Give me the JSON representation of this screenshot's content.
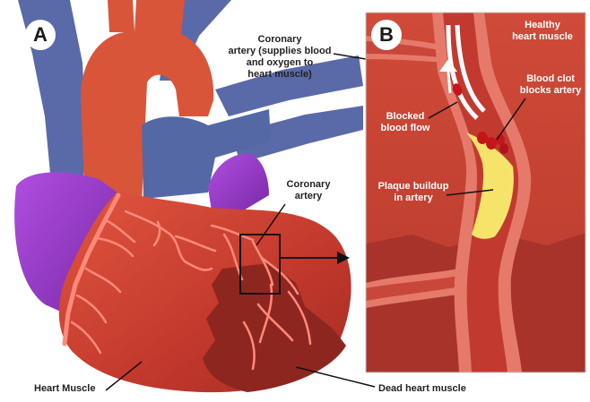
{
  "panel_a": {
    "badge": "A",
    "label_coronary_main_l1": "Coronary",
    "label_coronary_main_l2": "artery (supplies blood",
    "label_coronary_main_l3": "and oxygen to",
    "label_coronary_main_l4": "heart muscle)",
    "label_coronary_l1": "Coronary",
    "label_coronary_l2": "artery",
    "label_heart_muscle": "Heart Muscle",
    "label_dead_muscle": "Dead heart muscle"
  },
  "panel_b": {
    "badge": "B",
    "label_healthy_l1": "Healthy",
    "label_healthy_l2": "heart muscle",
    "label_blocked_l1": "Blocked",
    "label_blocked_l2": "blood flow",
    "label_clot_l1": "Blood clot",
    "label_clot_l2": "blocks artery",
    "label_plaque_l1": "Plaque buildup",
    "label_plaque_l2": "in artery"
  },
  "colors": {
    "vein_blue": "#5a6aa8",
    "aorta_red": "#d9553a",
    "atrium_purple": "#9b3fc9",
    "heart_red": "#c63a2e",
    "dead_muscle": "#8e2620",
    "vessel_pink": "#ff8a7a",
    "plaque_yellow": "#f6e46a",
    "clot_red": "#c4151c"
  }
}
